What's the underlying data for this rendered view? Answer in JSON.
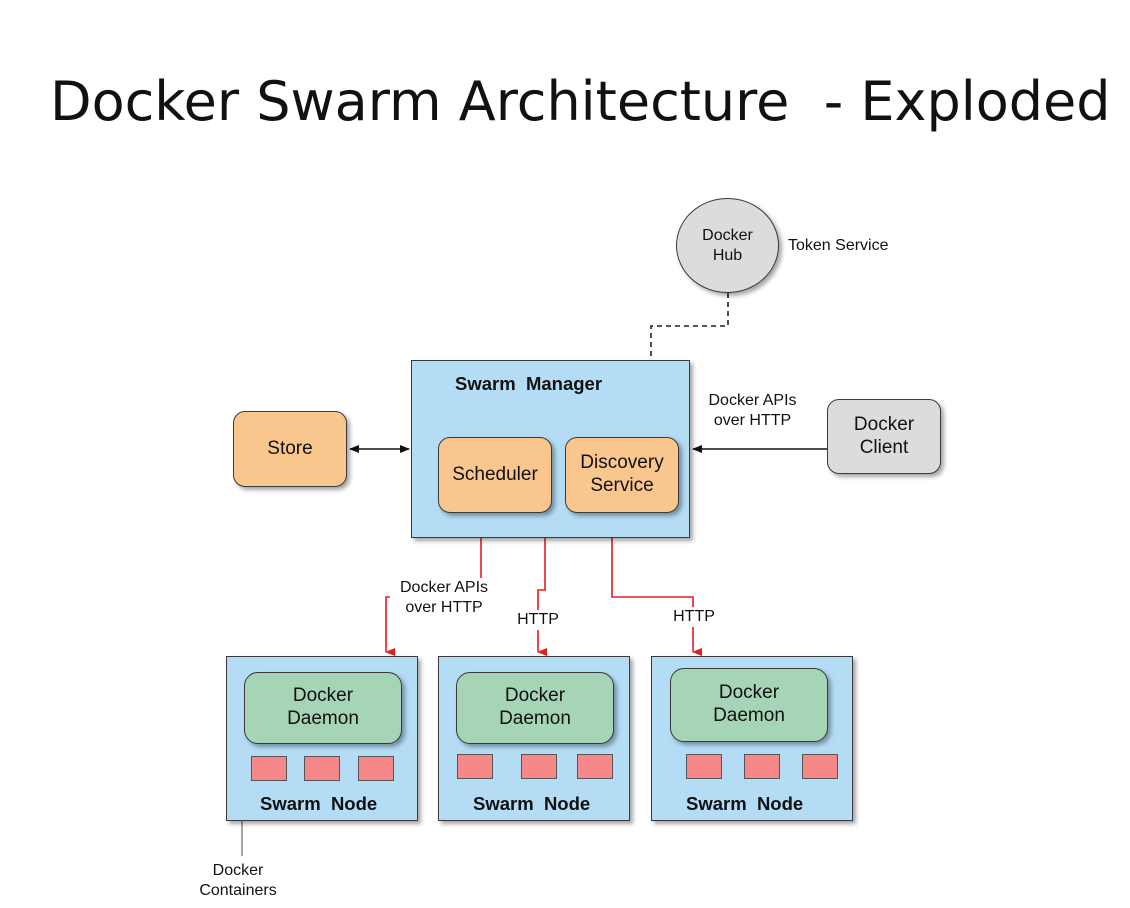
{
  "title": "Docker Swarm Architecture  - Exploded",
  "hub": {
    "label": "Docker\nHub",
    "side_label": "Token Service"
  },
  "manager": {
    "label": "Swarm  Manager",
    "scheduler": "Scheduler",
    "discovery": "Discovery\nService"
  },
  "store": {
    "label": "Store"
  },
  "client": {
    "label": "Docker\nClient",
    "edge_label": "Docker APIs\nover HTTP"
  },
  "edges": {
    "node1": "Docker APIs\nover HTTP",
    "node2": "HTTP",
    "node3": "HTTP"
  },
  "nodes": [
    {
      "daemon": "Docker\nDaemon",
      "label": "Swarm  Node"
    },
    {
      "daemon": "Docker\nDaemon",
      "label": "Swarm  Node"
    },
    {
      "daemon": "Docker\nDaemon",
      "label": "Swarm  Node"
    }
  ],
  "containers_label": "Docker\nContainers",
  "colors": {
    "blue_box": "#b4dcf5",
    "orange_box": "#f9c68e",
    "green_box": "#a6d4b6",
    "grey_box": "#dcdcdc",
    "container": "#f7888a",
    "red_connector": "#e0201f"
  }
}
